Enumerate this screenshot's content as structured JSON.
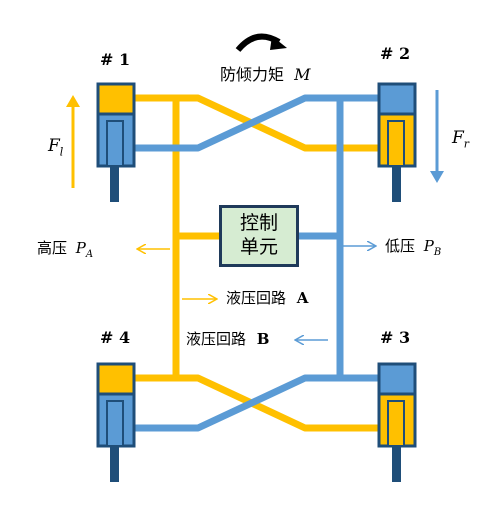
{
  "cylinders": {
    "c1": "# 1",
    "c2": "# 2",
    "c3": "# 3",
    "c4": "# 4"
  },
  "torque": {
    "text": "防倾力矩",
    "symbol": "M"
  },
  "forces": {
    "left": {
      "sym": "F",
      "sub": "l"
    },
    "right": {
      "sym": "F",
      "sub": "r"
    }
  },
  "control_unit": {
    "line1": "控制",
    "line2": "单元"
  },
  "pressure": {
    "high": {
      "text": "高压",
      "sym": "P",
      "sub": "A"
    },
    "low": {
      "text": "低压",
      "sym": "P",
      "sub": "B"
    }
  },
  "circuits": {
    "a": {
      "text": "液压回路",
      "letter": "A"
    },
    "b": {
      "text": "液压回路",
      "letter": "B"
    }
  },
  "colors": {
    "circuit_a": "#ffc000",
    "circuit_b": "#5b9bd5",
    "cylinder_outline": "#1f4e79",
    "control_fill": "#d6ecd2"
  }
}
